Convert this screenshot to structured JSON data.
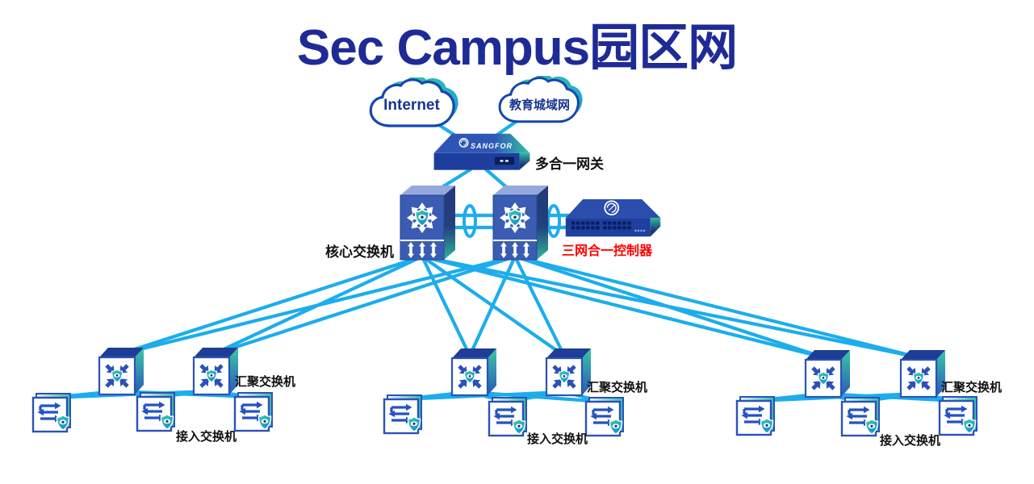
{
  "title": "Sec Campus园区网",
  "clouds": {
    "internet": "Internet",
    "metro": "教育城域网"
  },
  "devices": {
    "gateway": {
      "label": "多合一网关",
      "brand": "SANGFOR"
    },
    "core_switch": {
      "label": "核心交换机",
      "count": 2
    },
    "controller": {
      "label": "三网合一控制器"
    },
    "aggregation_switch": {
      "label": "汇聚交换机",
      "count": 6
    },
    "access_switch": {
      "label": "接入交换机",
      "count": 9
    }
  },
  "colors": {
    "title_text": "#1e2b96",
    "link_line": "#1cadec",
    "device_blue": "#2b51b4",
    "device_front_dark": "#1d3e9c",
    "teal_accent": "#31bda2",
    "controller_label": "#ff0000",
    "label_text": "#111111"
  }
}
